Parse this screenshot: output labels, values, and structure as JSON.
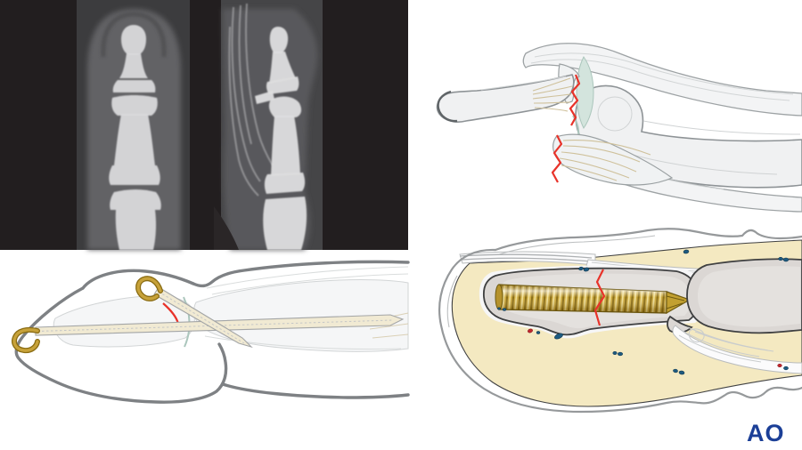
{
  "branding": {
    "logo_text": "AO"
  },
  "figures": {
    "radiographs": {
      "label": "preoperative-radiographs",
      "description": "Two radiographs of a finger showing a fracture at the base of the distal phalanx (mallet finger)",
      "views": [
        "anteroposterior",
        "lateral"
      ]
    },
    "injury_illustration": {
      "label": "dorsal-avulsion-fracture-diagram",
      "description": "Lateral diagram of a dorsal avulsion fracture of the distal phalanx base with flexed fingertip and extensor tendon attachment, fracture marked in red"
    },
    "kwire_illustration": {
      "label": "k-wire-fixation-diagram",
      "description": "Lateral view of fingertip fixed with a longitudinal K-wire and an oblique K-wire, both with bent gold hooks, fracture marked in red"
    },
    "screw_illustration": {
      "label": "screw-fixation-cross-section",
      "description": "Sagittal section of the fingertip with a headless compression screw along the distal phalanx crossing the red fracture line; soft tissue in cream with small vessels"
    }
  },
  "colors": {
    "page_background": "#ffffff",
    "xray_panel": "#221e1f",
    "fracture_red": "#e8332a",
    "cartilage_teal": "#d3e4dd",
    "bone_fill": "#f0f1f2",
    "bone_outline": "#8e9396",
    "tendon_tan": "#cfc19b",
    "wire_gold": "#c7a23a",
    "wire_gold_dark": "#8a6c12",
    "wire_shaft": "#f1ead3",
    "soft_tissue_cream": "#f4e9c1",
    "section_bone": "#dbd7d4",
    "section_outline": "#3f4041",
    "vessel_blue": "#1d5a80",
    "vessel_red": "#c1272d",
    "finger_outline": "#7e8184",
    "ao_blue": "#1b3f97"
  }
}
